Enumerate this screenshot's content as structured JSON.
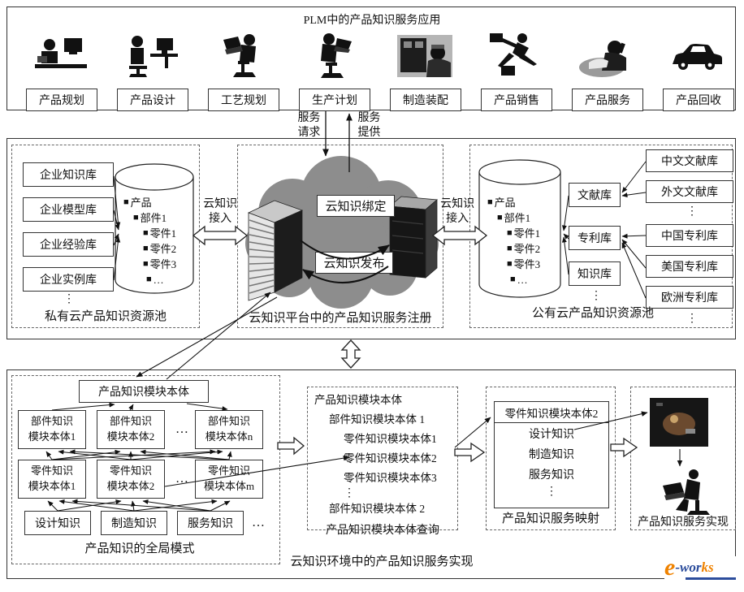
{
  "title": "PLM中的产品知识服务应用",
  "glyphs": {
    "bullet": "■",
    "vdots": "⋮",
    "hdots": "…"
  },
  "top": {
    "apps": [
      {
        "label": "产品规划",
        "icon": "planning-desk-icon"
      },
      {
        "label": "产品设计",
        "icon": "design-workstation-icon"
      },
      {
        "label": "工艺规划",
        "icon": "process-laptop-icon"
      },
      {
        "label": "生产计划",
        "icon": "production-laptop-icon"
      },
      {
        "label": "制造装配",
        "icon": "assembly-operator-icon"
      },
      {
        "label": "产品销售",
        "icon": "running-salesman-icon"
      },
      {
        "label": "产品服务",
        "icon": "service-call-icon"
      },
      {
        "label": "产品回收",
        "icon": "car-icon"
      }
    ]
  },
  "flows": {
    "request": "服务请求",
    "provide": "服务提供"
  },
  "middle": {
    "access_left": "云知识接入",
    "access_right": "云知识接入",
    "private": {
      "boxes": [
        "企业知识库",
        "企业模型库",
        "企业经验库",
        "企业实例库"
      ],
      "label": "私有云产品知识资源池"
    },
    "db": [
      "产品",
      "部件1",
      "零件1",
      "零件2",
      "零件3",
      "…"
    ],
    "platform": {
      "bind": "云知识绑定",
      "publish": "云知识发布",
      "label": "云知识平台中的产品知识服务注册"
    },
    "public": {
      "categories": [
        "文献库",
        "专利库",
        "知识库"
      ],
      "sources": [
        "中文文献库",
        "外文文献库",
        "中国专利库",
        "美国专利库",
        "欧洲专利库"
      ],
      "label": "公有云产品知识资源池"
    }
  },
  "bottom": {
    "schema": {
      "root": "产品知识模块本体",
      "part_row": [
        {
          "l1": "部件知识",
          "l2": "模块本体1"
        },
        {
          "l1": "部件知识",
          "l2": "模块本体2"
        },
        {
          "l1": "部件知识",
          "l2": "模块本体n"
        }
      ],
      "piece_row": [
        {
          "l1": "零件知识",
          "l2": "模块本体1"
        },
        {
          "l1": "零件知识",
          "l2": "模块本体2"
        },
        {
          "l1": "零件知识",
          "l2": "模块本体m"
        }
      ],
      "knowledge_row": [
        "设计知识",
        "制造知识",
        "服务知识"
      ],
      "label": "产品知识的全局模式"
    },
    "query": {
      "lines": [
        "产品知识模块本体",
        "部件知识模块本体 1",
        "零件知识模块本体1",
        "零件知识模块本体2",
        "零件知识模块本体3",
        "部件知识模块本体 2"
      ],
      "label": "产品知识模块本体查询"
    },
    "mapping": {
      "header": "零件知识模块本体2",
      "lines": [
        "设计知识",
        "制造知识",
        "服务知识"
      ],
      "label": "产品知识服务映射"
    },
    "realization": {
      "label": "产品知识服务实现"
    },
    "caption": "云知识环境中的产品知识服务实现"
  },
  "logo": {
    "e": "e",
    "mid": "-wor",
    "tail": "ks",
    "orange": "#ef8200",
    "blue": "#2c4d9c"
  },
  "colors": {
    "cloud": "#8d8d8d",
    "ink": "#111111"
  }
}
